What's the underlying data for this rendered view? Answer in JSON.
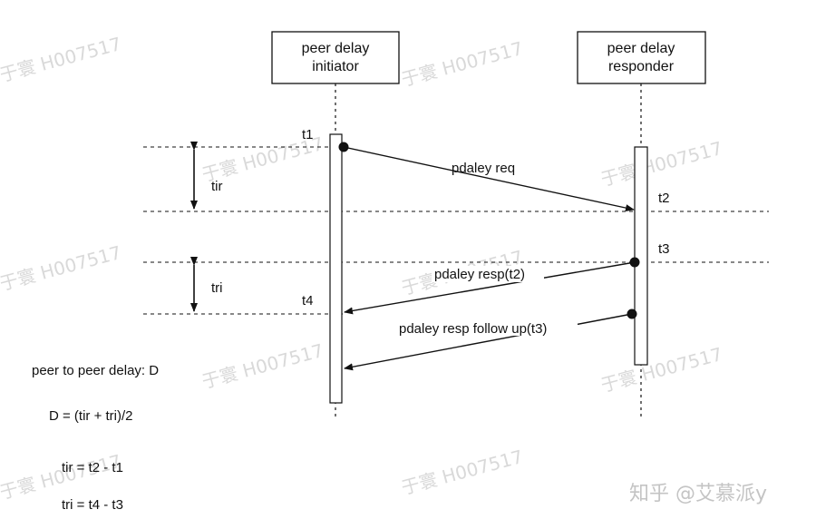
{
  "participants": {
    "initiator": {
      "line1": "peer delay",
      "line2": "initiator"
    },
    "responder": {
      "line1": "peer delay",
      "line2": "responder"
    }
  },
  "timestamps": {
    "t1": "t1",
    "t2": "t2",
    "t3": "t3",
    "t4": "t4"
  },
  "intervals": {
    "tir": "tir",
    "tri": "tri"
  },
  "messages": {
    "req": "pdaley req",
    "resp": "pdaley resp(t2)",
    "follow_up": "pdaley resp follow up(t3)"
  },
  "formulas": {
    "heading": "peer to peer delay: D",
    "d": "D = (tir + tri)/2",
    "tir": "tir = t2 - t1",
    "tri": "tri = t4 - t3"
  },
  "watermark": {
    "text": "于寰 H007517"
  },
  "credit": {
    "text": "知乎 @艾慕派y"
  },
  "colors": {
    "line": "#111111",
    "watermark": "#d9d9d9"
  }
}
